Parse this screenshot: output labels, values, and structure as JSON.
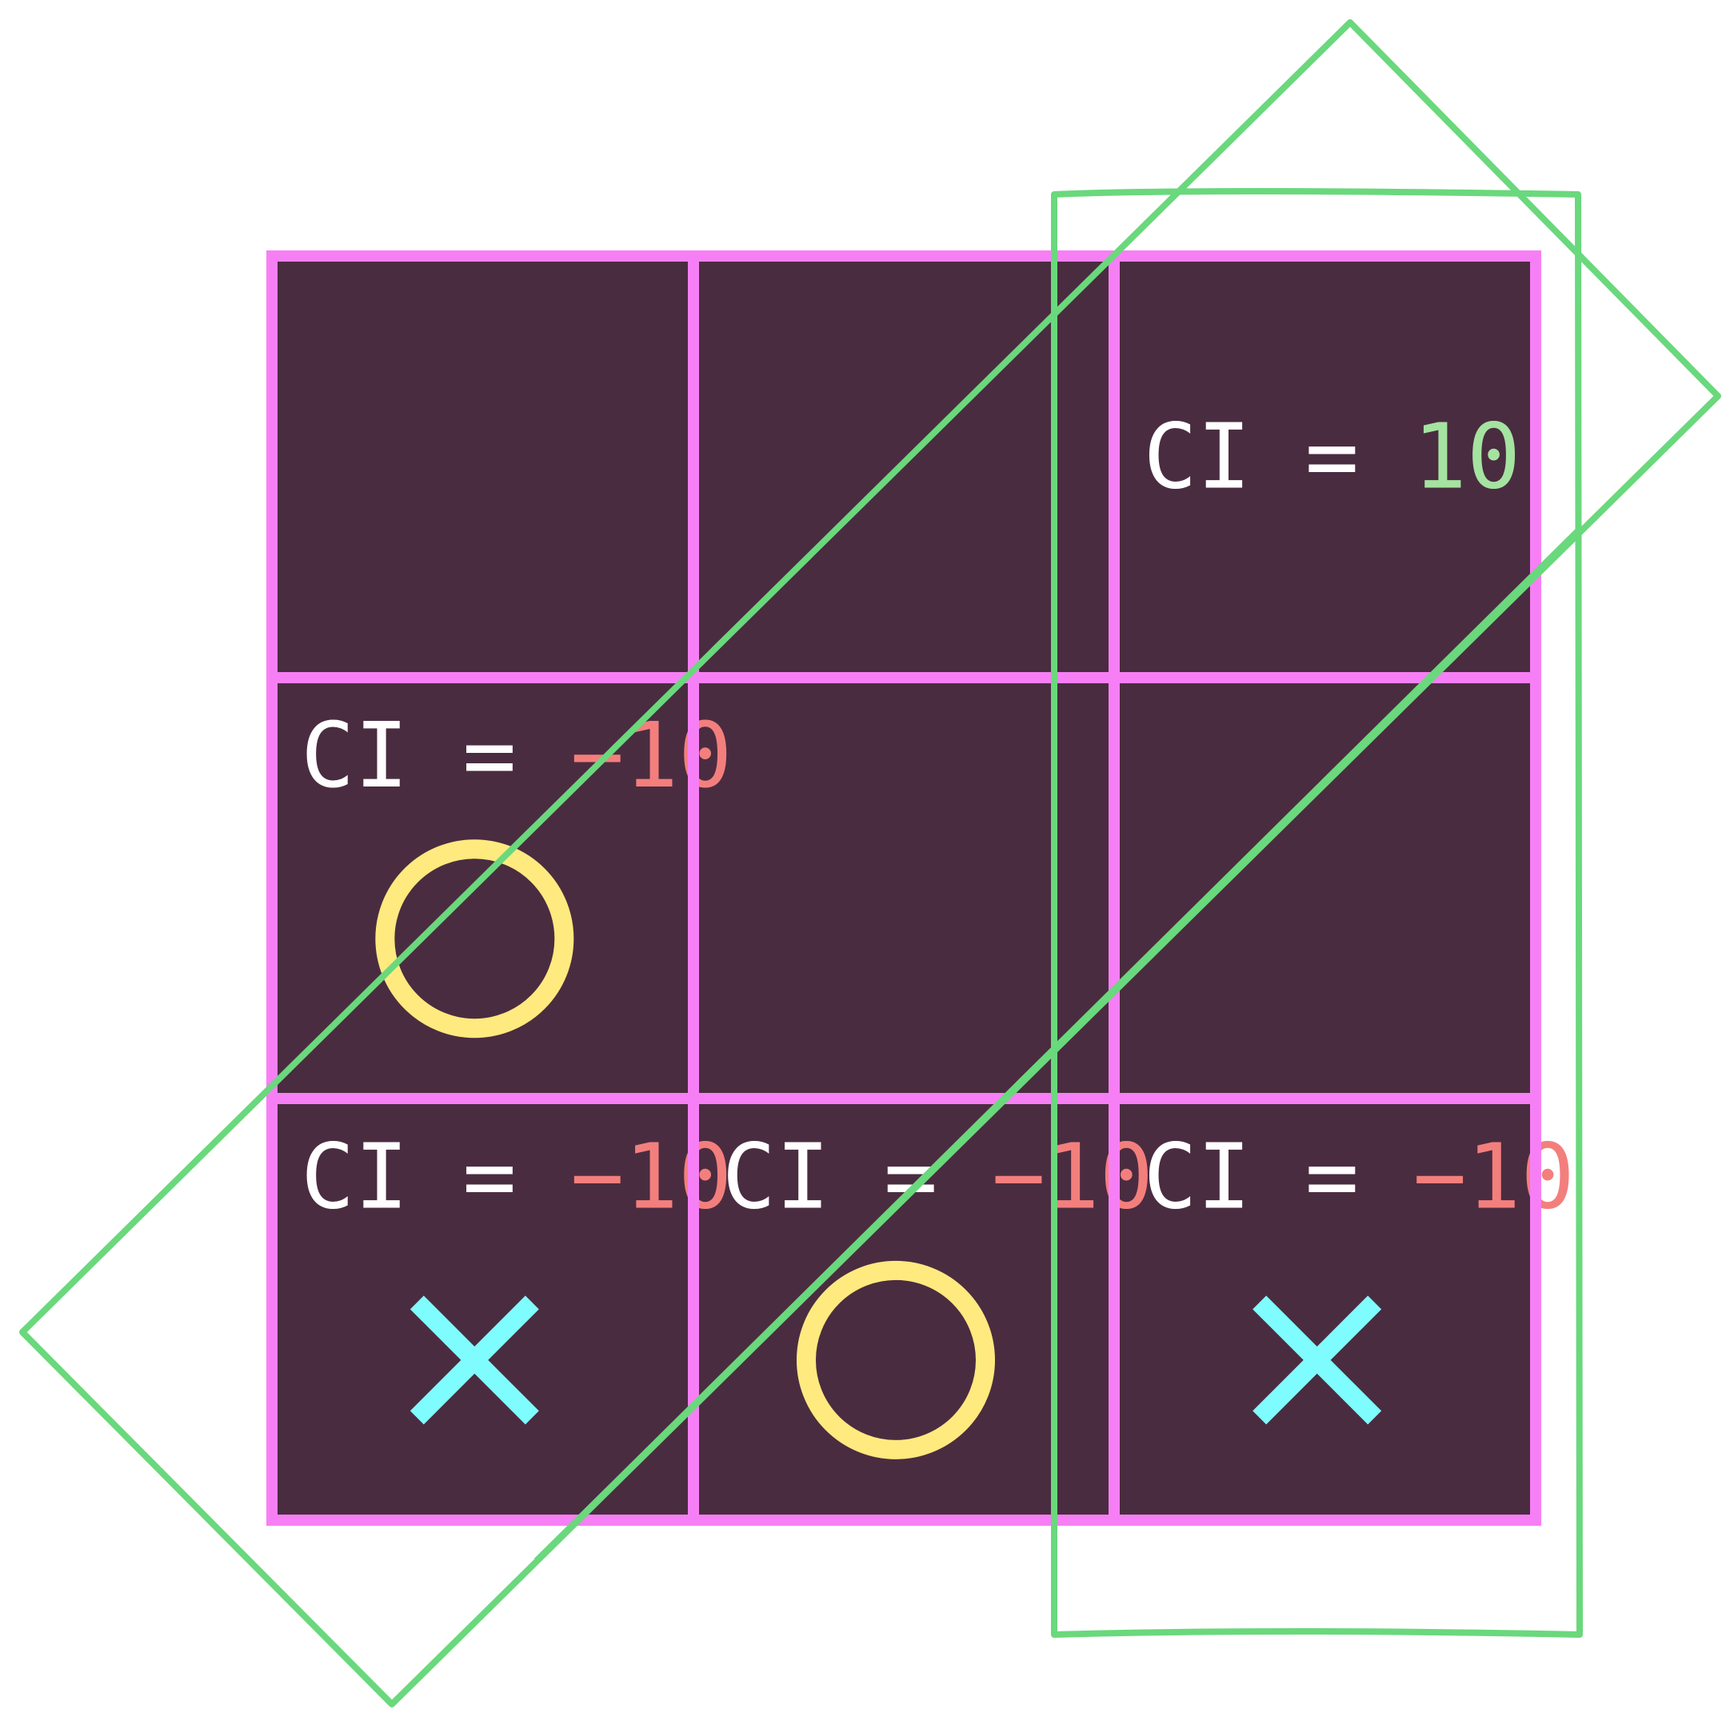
{
  "colors": {
    "background": "#ffffff",
    "board_fill": "#4a2c40",
    "grid_line": "#f77ff5",
    "label_text": "#ffffff",
    "positive_value": "#a5e3a1",
    "negative_value": "#f37f7d",
    "o_mark": "#ffea7f",
    "x_mark": "#7ffcfd",
    "highlight_outline": "#6ad87c"
  },
  "cells": [
    {
      "row": 0,
      "col": 0,
      "mark": "",
      "label": "",
      "value": ""
    },
    {
      "row": 0,
      "col": 1,
      "mark": "",
      "label": "",
      "value": ""
    },
    {
      "row": 0,
      "col": 2,
      "mark": "",
      "label": "CI = ",
      "value": "10",
      "sign": "positive"
    },
    {
      "row": 1,
      "col": 0,
      "mark": "O",
      "mark_icon": "o-mark-icon",
      "label": "CI = ",
      "value": "−10",
      "sign": "negative"
    },
    {
      "row": 1,
      "col": 1,
      "mark": "",
      "label": "",
      "value": ""
    },
    {
      "row": 1,
      "col": 2,
      "mark": "",
      "label": "",
      "value": ""
    },
    {
      "row": 2,
      "col": 0,
      "mark": "X",
      "mark_icon": "x-mark-icon",
      "label": "CI = ",
      "value": "−10",
      "sign": "negative"
    },
    {
      "row": 2,
      "col": 1,
      "mark": "O",
      "mark_icon": "o-mark-icon",
      "label": "CI = ",
      "value": "−10",
      "sign": "negative"
    },
    {
      "row": 2,
      "col": 2,
      "mark": "X",
      "mark_icon": "x-mark-icon",
      "label": "CI = ",
      "value": "−10",
      "sign": "negative"
    }
  ],
  "highlights": [
    {
      "name": "diagonal-highlight",
      "shape": "rotated-rectangle"
    },
    {
      "name": "column-highlight",
      "shape": "rectangle"
    }
  ]
}
